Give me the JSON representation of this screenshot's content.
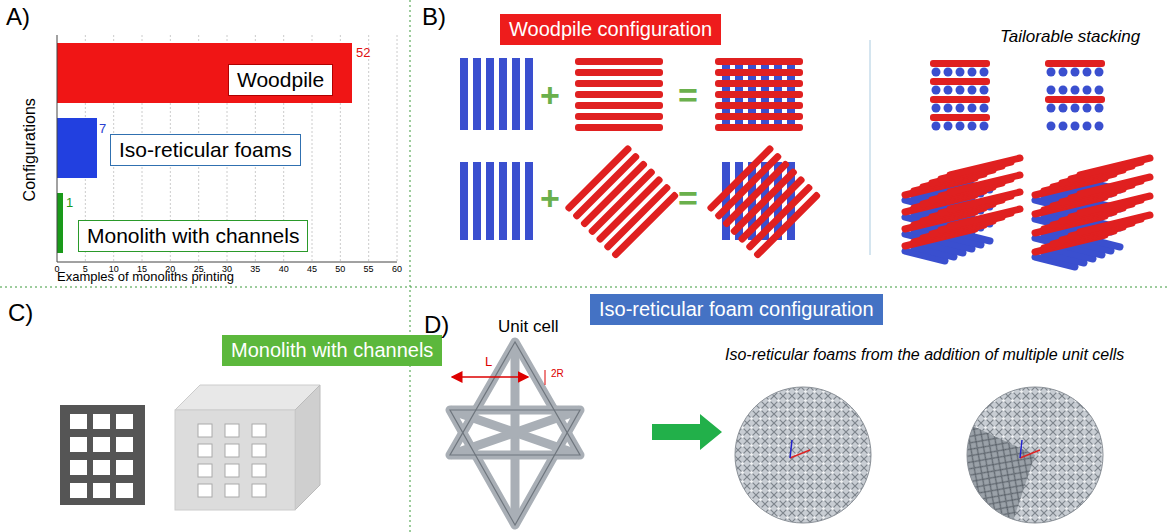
{
  "diagram": {
    "nodes": [
      {
        "text": [
          "Woodpile"
        ]
      },
      {
        "text": [
          "Iso-reticular foams"
        ]
      },
      {
        "text": [
          "Monolith with channels"
        ]
      },
      {
        "text": [
          "Woodpile configuration"
        ]
      },
      {
        "text": [
          "Monolith with channels"
        ]
      },
      {
        "text": [
          "Iso-reticular foam configuration"
        ]
      }
    ],
    "labels": [
      "A)",
      "B)",
      "C)",
      "D)",
      "Configurations",
      "52",
      "7",
      "1",
      "0",
      "5",
      "10",
      "15",
      "20",
      "25",
      "30",
      "35",
      "40",
      "45",
      "50",
      "55",
      "60",
      "Examples of monoliths printing",
      "Tailorable stacking",
      "Unit cell",
      "Iso-reticular foams from the addition of multiple unit cells",
      "L",
      "2R",
      "+",
      "=",
      "+",
      "="
    ]
  }
}
